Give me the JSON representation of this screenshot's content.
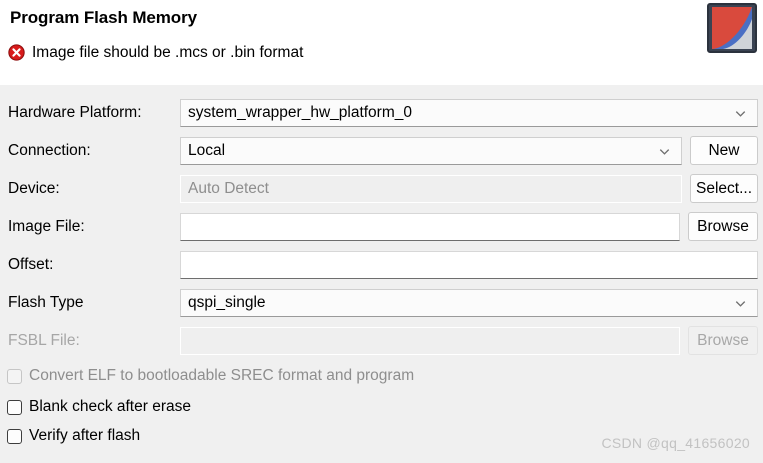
{
  "header": {
    "title": "Program Flash Memory",
    "message": "Image file should be .mcs or .bin format",
    "error_icon": "error-circle-x-icon",
    "logo_icon": "xilinx-vitis-logo-icon",
    "error_color": "#d81b1b",
    "logo_colors": [
      "#d94a3d",
      "#4a6fc4",
      "#cfd3d8"
    ]
  },
  "form": {
    "rows": [
      {
        "label": "Hardware Platform:",
        "value": "system_wrapper_hw_platform_0",
        "placeholder": "",
        "control": "combo",
        "disabled": false,
        "button": null
      },
      {
        "label": "Connection:",
        "value": "Local",
        "placeholder": "",
        "control": "combo",
        "disabled": false,
        "button": "New"
      },
      {
        "label": "Device:",
        "value": "Auto Detect",
        "placeholder": "",
        "control": "disabled-field",
        "disabled": true,
        "button": "Select..."
      },
      {
        "label": "Image File:",
        "value": "",
        "placeholder": "",
        "control": "textinput",
        "disabled": false,
        "button": "Browse"
      },
      {
        "label": "Offset:",
        "value": "",
        "placeholder": "",
        "control": "textinput",
        "disabled": false,
        "button": null
      },
      {
        "label": "Flash Type",
        "value": "qspi_single",
        "placeholder": "",
        "control": "combo",
        "disabled": false,
        "button": null
      },
      {
        "label": "FSBL File:",
        "value": "",
        "placeholder": "",
        "control": "disabled-field",
        "disabled": true,
        "button": "Browse"
      }
    ]
  },
  "options": {
    "checkboxes": [
      {
        "label": "Convert ELF to bootloadable SREC format and program",
        "checked": false,
        "disabled": true
      },
      {
        "label": "Blank check after erase",
        "checked": false,
        "disabled": false
      },
      {
        "label": "Verify after flash",
        "checked": false,
        "disabled": false
      }
    ]
  },
  "watermark": {
    "text": "CSDN @qq_41656020"
  }
}
